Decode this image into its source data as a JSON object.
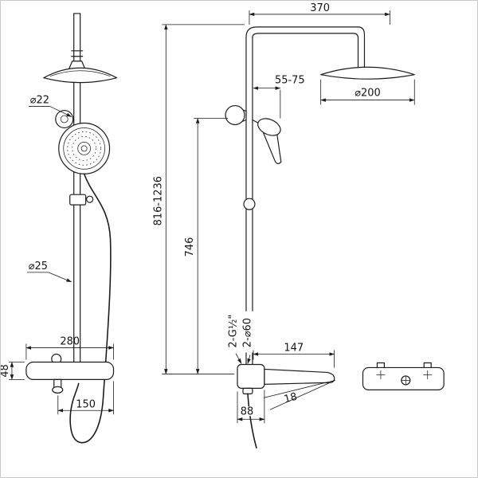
{
  "drawing": {
    "type": "technical-dimension-drawing",
    "subject": "shower column set with rain head, hand shower and wall mixer",
    "views": {
      "front": "front view",
      "side": "side view",
      "top": "mixer top view"
    },
    "line_color": "#1c1c1c",
    "background_color": "#ffffff"
  },
  "dims": {
    "top_width": "370",
    "pipe_dia": "⌀22",
    "head_dia": "⌀200",
    "wall_dist": "55-75",
    "total_height": "816-1236",
    "riser_height": "746",
    "lower_dia": "⌀25",
    "mixer_width": "280",
    "mixer_height": "48",
    "handle_span": "150",
    "thread": "2-G½\"",
    "escutcheon_dia": "2-⌀60",
    "spout_len": "147",
    "spout_angle": "18",
    "bottom_offset": "88"
  }
}
